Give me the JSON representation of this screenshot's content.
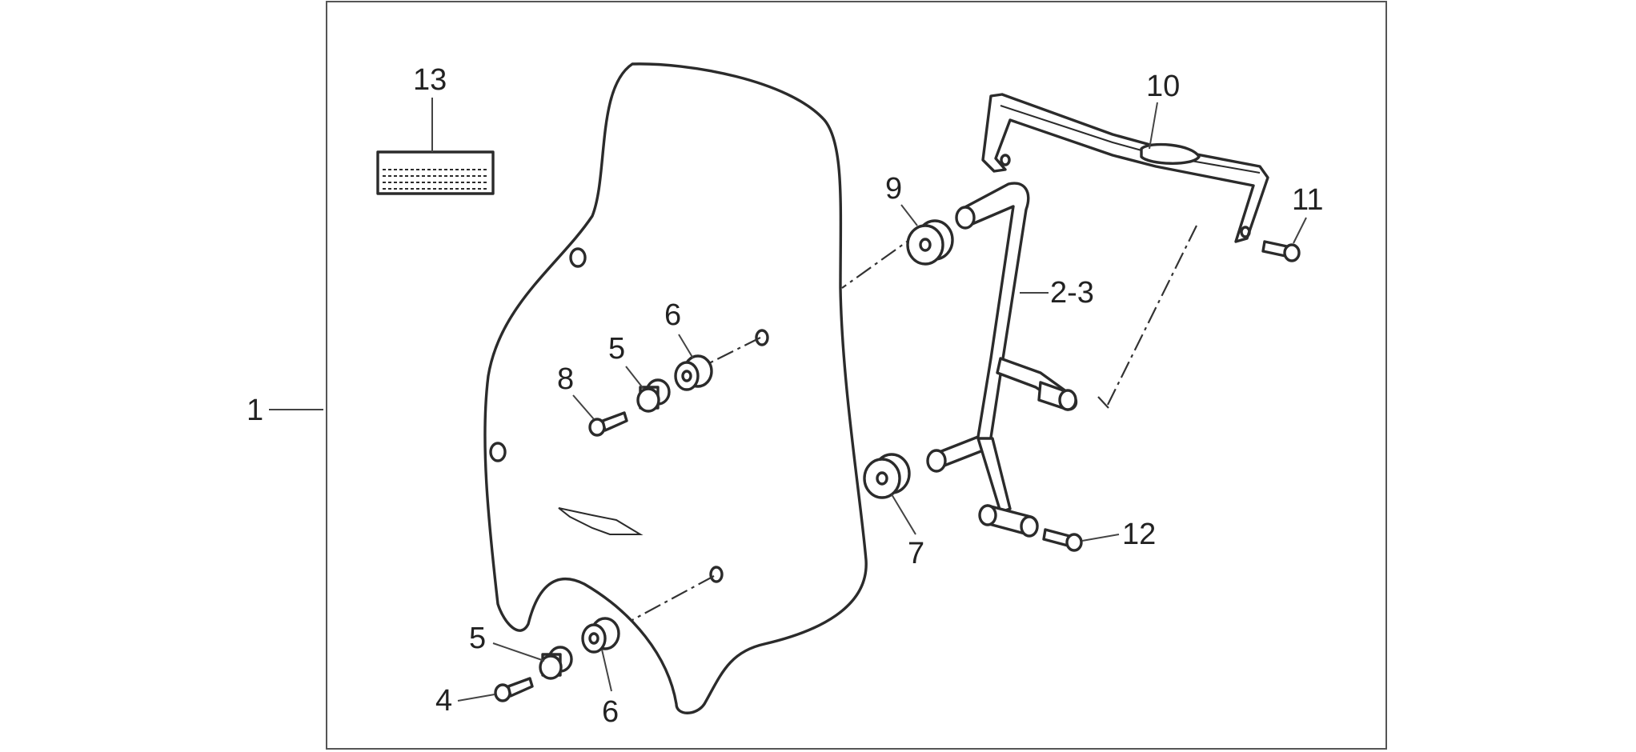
{
  "labels": {
    "l1": "1",
    "l23": "2-3",
    "l4": "4",
    "l5a": "5",
    "l5b": "5",
    "l6a": "6",
    "l6b": "6",
    "l7": "7",
    "l8": "8",
    "l9": "9",
    "l10": "10",
    "l11": "11",
    "l12": "12",
    "l13": "13"
  }
}
